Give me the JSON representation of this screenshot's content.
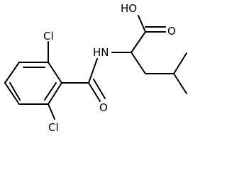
{
  "molecule": {
    "atom_labels": {
      "hydroxyl": "HO",
      "carbonyl_oxygen_acid": "O",
      "amide_nitrogen": "HN",
      "carbonyl_oxygen_amide": "O",
      "chlorine_top": "Cl",
      "chlorine_bottom": "Cl"
    }
  }
}
